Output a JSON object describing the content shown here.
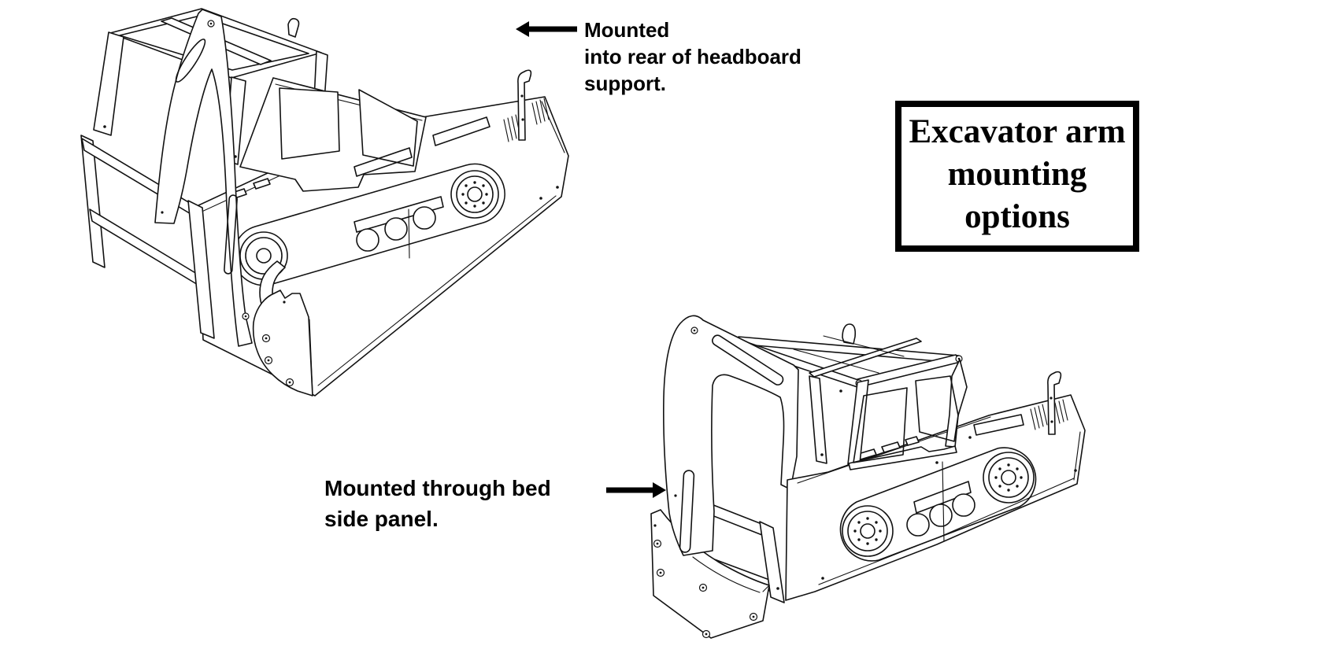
{
  "page": {
    "background_color": "#ffffff",
    "line_color": "#121212",
    "text_color": "#000000"
  },
  "title_box": {
    "lines": [
      "Excavator arm",
      "mounting",
      "options"
    ]
  },
  "annotations": {
    "headboard_mount": {
      "lines": [
        "Mounted",
        "into rear of headboard",
        "support."
      ],
      "arrow_direction": "left"
    },
    "side_panel_mount": {
      "lines": [
        "Mounted through bed",
        "side panel."
      ],
      "arrow_direction": "right"
    }
  },
  "drawings": {
    "rear_mount": {
      "semantic": "excavator-bed-with-arm-mounted-into-rear-of-headboard"
    },
    "side_mount": {
      "semantic": "excavator-bed-with-arm-mounted-through-side-panel"
    }
  }
}
